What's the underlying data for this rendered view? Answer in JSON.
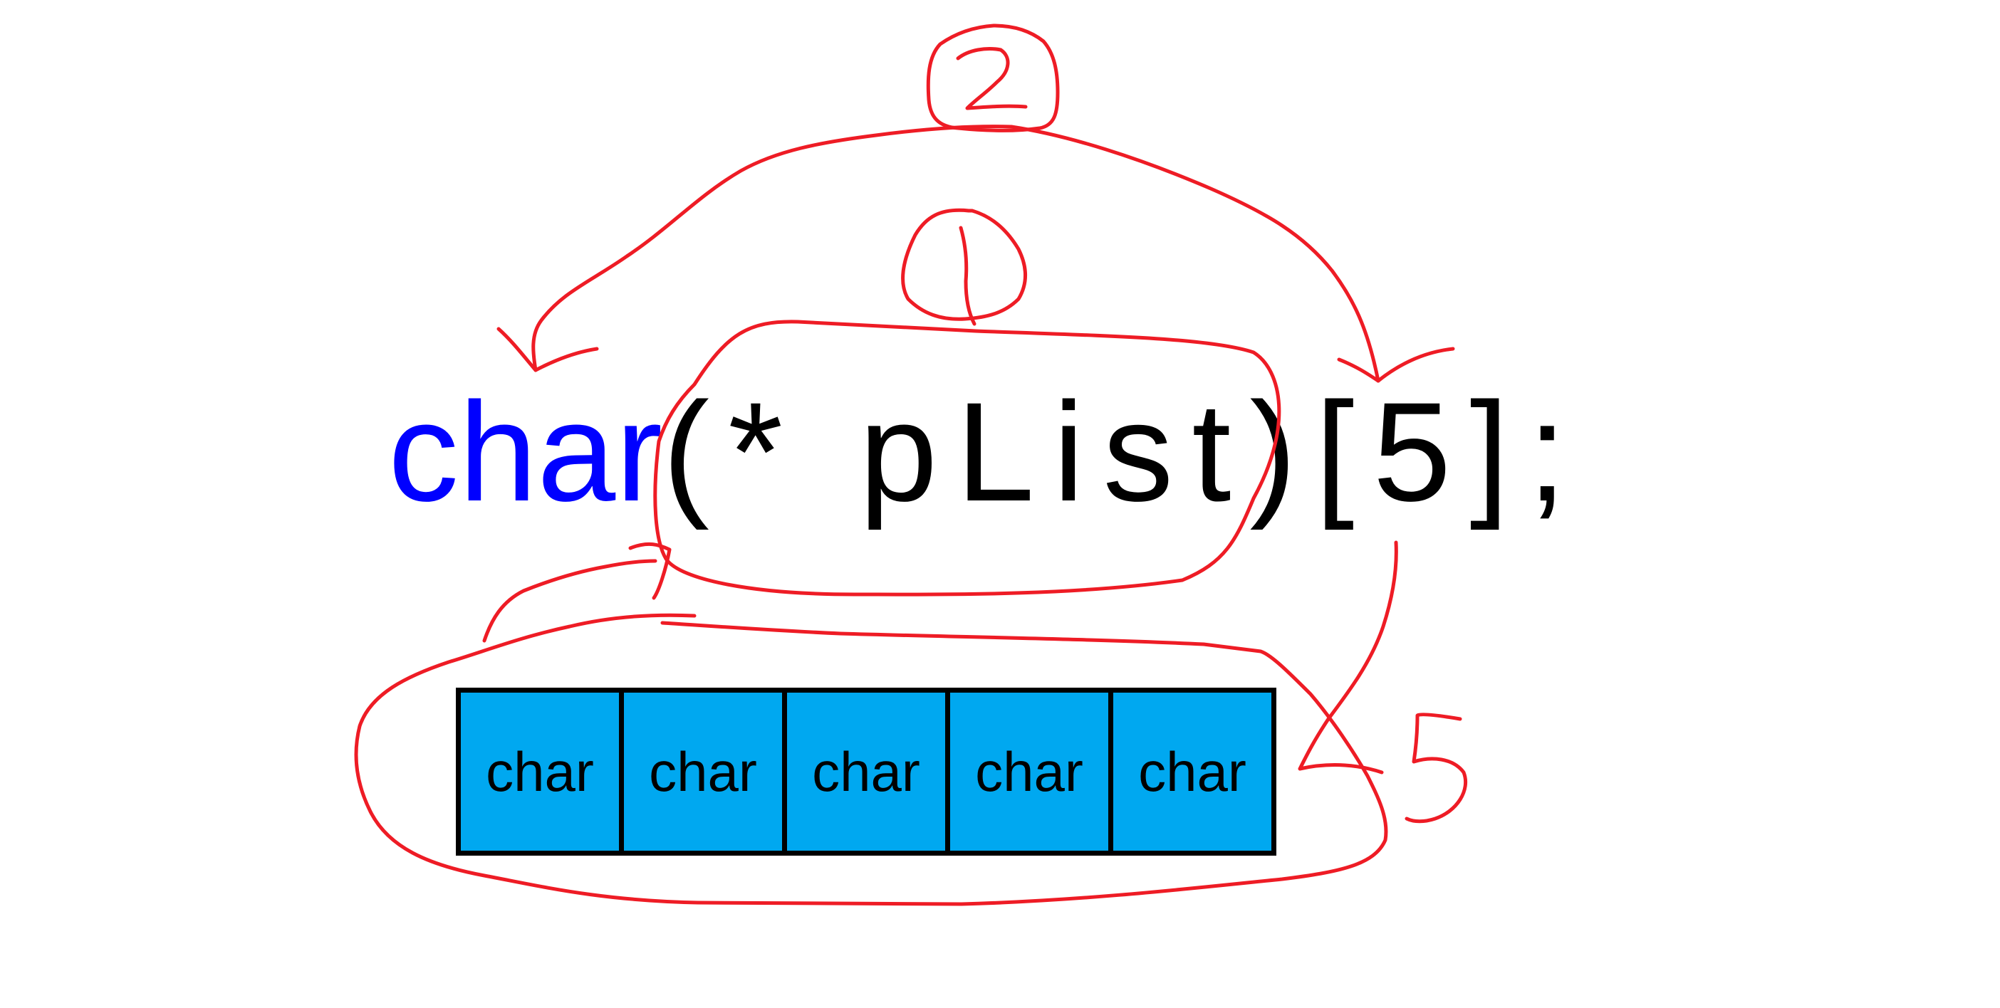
{
  "code": {
    "keyword": "char",
    "rest": "(* pList)[5];"
  },
  "cells": [
    "char",
    "char",
    "char",
    "char",
    "char"
  ],
  "annotations": {
    "circle_1_label": "1",
    "circle_2_label": "2",
    "count_label": "5"
  },
  "colors": {
    "keyword": "#0000ff",
    "code_text": "#000000",
    "cell_fill": "#00a8f0",
    "cell_border": "#000000",
    "ink": "#ee1c25"
  }
}
